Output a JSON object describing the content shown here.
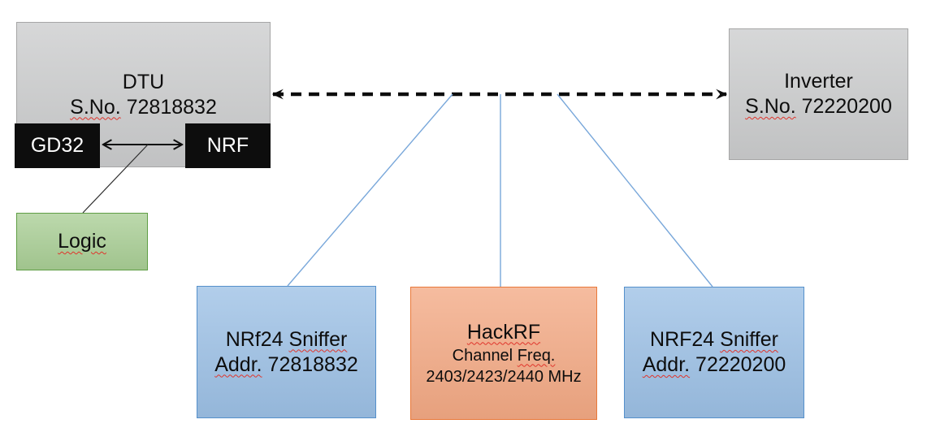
{
  "diagram": {
    "dtu": {
      "title": "DTU",
      "serial_label": "S.No.",
      "serial_value": " 72818832"
    },
    "gd32": {
      "label": "GD32"
    },
    "nrf": {
      "label": "NRF"
    },
    "logic": {
      "label": "Logic"
    },
    "inverter": {
      "title": "Inverter",
      "serial_label": "S.No.",
      "serial_value": " 72220200"
    },
    "sniffer_left": {
      "name_prefix": "NRf24 ",
      "name_underlined": "Sniffer",
      "addr_label": "Addr.",
      "addr_value": " 72818832"
    },
    "hackrf": {
      "title": "HackRF",
      "subtitle_prefix": "Channel ",
      "subtitle_underlined": "Freq.",
      "freq_line": "2403/2423/2440 MHz"
    },
    "sniffer_right": {
      "name_prefix": "NRF24 ",
      "name_underlined": "Sniffer",
      "addr_label": "Addr.",
      "addr_value": " 72220200"
    }
  },
  "colors": {
    "ink": "#0d0d0d",
    "gray_fill": "#cbcccd",
    "gray_border": "#a6a6a6",
    "blue_fill": "#9cc0e5",
    "blue_border": "#5590cb",
    "orange_fill": "#f3a984",
    "orange_border": "#e9793a",
    "green_fill": "#a9ce95",
    "green_border": "#5f9e45",
    "connector_blue": "#78a7da",
    "squiggle_red": "#e0342b"
  }
}
